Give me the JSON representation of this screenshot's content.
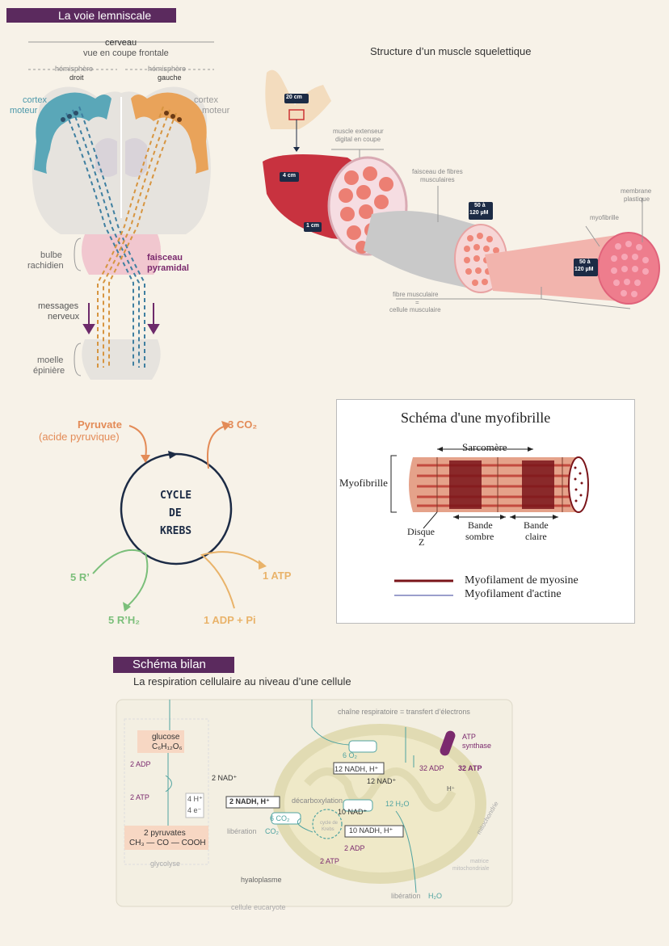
{
  "colors": {
    "banner": "#5b2a5e",
    "bg": "#f7f2e8",
    "teal": "#5aa7b8",
    "orange": "#e9a35a",
    "green": "#7bbf7a",
    "purple": "#7b2a6e",
    "pink": "#e9768a"
  },
  "lemniscale": {
    "banner": "La voie lemniscale",
    "cerveau": "cerveau",
    "coupe": "vue en coupe frontale",
    "hem_droit_1": "hémisphère",
    "hem_droit_2": "droit",
    "hem_gauche_1": "hémisphère",
    "hem_gauche_2": "gauche",
    "cortex_l1": "cortex",
    "cortex_l2": "moteur",
    "cortex_r1": "cortex",
    "cortex_r2": "moteur",
    "bulbe_1": "bulbe",
    "bulbe_2": "rachidien",
    "faisceau_1": "faisceau",
    "faisceau_2": "pyramidal",
    "messages_1": "messages",
    "messages_2": "nerveux",
    "moelle_1": "moelle",
    "moelle_2": "épinière"
  },
  "muscle": {
    "title": "Structure d’un muscle squelettique",
    "m20": "20 cm",
    "m4": "4 cm",
    "m1": "1 cm",
    "extenseur_1": "muscle extenseur",
    "extenseur_2": "digital en coupe",
    "faisceau_1": "faisceau de fibres",
    "faisceau_2": "musculaires",
    "membrane_1": "membrane",
    "membrane_2": "plastique",
    "myofibrille": "myofibrille",
    "m50a_1": "50 à",
    "m50a_2": "120 µM",
    "m50b_1": "50 à",
    "m50b_2": "120 µM",
    "fibre_1": "fibre musculaire",
    "fibre_2": "=",
    "fibre_3": "cellule musculaire"
  },
  "krebs": {
    "pyruvate": "Pyruvate",
    "acide": "(acide pyruvique)",
    "co2": "3 CO₂",
    "c1": "CYCLE",
    "c2": "DE",
    "c3": "KREBS",
    "r": "5 R’",
    "rh2": "5 R’H₂",
    "atp": "1 ATP",
    "adp": "1 ADP + Pi"
  },
  "myofibrille": {
    "title": "Schéma d'une myofibrille",
    "sarcomere": "Sarcomère",
    "label": "Myofibrille",
    "disque_1": "Disque",
    "disque_2": "Z",
    "sombre_1": "Bande",
    "sombre_2": "sombre",
    "claire_1": "Bande",
    "claire_2": "claire",
    "myosine": "Myofilament de myosine",
    "actine": "Myofilament d'actine"
  },
  "bilan": {
    "banner": "Schéma bilan",
    "subtitle": "La respiration cellulaire au niveau d’une cellule",
    "chaine": "chaîne respiratoire = transfert d’électrons",
    "glucose_1": "glucose",
    "glucose_2": "C₆H₁₂O₆",
    "adp2": "2 ADP",
    "atp2": "2 ATP",
    "h4": "4 H⁺",
    "e4": "4 e⁻",
    "nad2": "2 NAD⁺",
    "nadh2": "2 NADH, H⁺",
    "pyruvates_1": "2 pyruvates",
    "pyruvates_2": "CH₃ — CO — COOH",
    "glycolyse": "glycolyse",
    "o2": "6 O₂",
    "nadh12": "12 NADH, H⁺",
    "nad12": "12 NAD⁺",
    "h2o": "12 H₂O",
    "decarbox": "décarboxylation",
    "nad10": "10 NAD⁺",
    "co2_6": "6 CO₂",
    "lib_co2_1": "libération",
    "lib_co2_2": "CO₂",
    "nadh10": "10 NADH, H⁺",
    "adp2b": "2 ADP",
    "atp2b": "2 ATP",
    "cycle_1": "cycle de",
    "cycle_2": "Krebs",
    "atp_synth_1": "ATP",
    "atp_synth_2": "synthase",
    "adp32": "32 ADP",
    "atp32": "32 ATP",
    "h": "H⁺",
    "hyalo": "hyaloplasme",
    "lib_h2o_1": "libération",
    "lib_h2o_2": "H₂O",
    "cellule": "cellule eucaryote",
    "mito": "mitochondrie",
    "matrice_1": "matrice",
    "matrice_2": "mitochondriale"
  }
}
